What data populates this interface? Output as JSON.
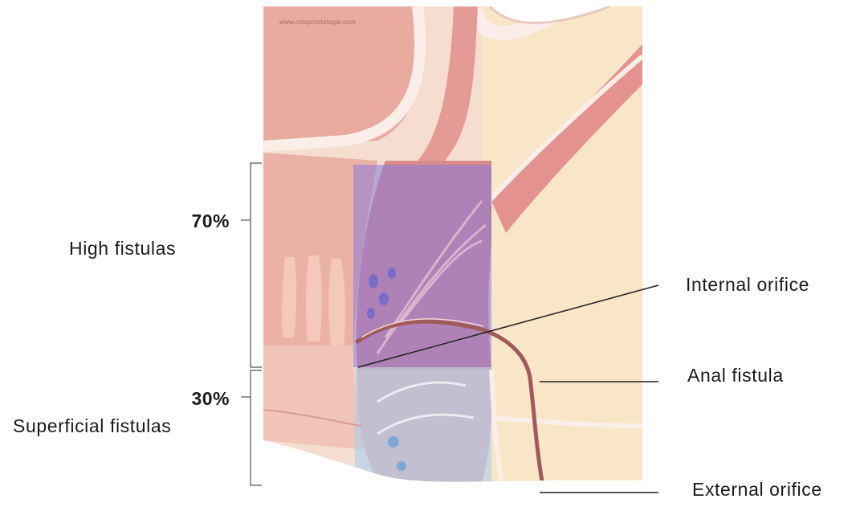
{
  "watermark": "www.coloproctologie.com",
  "regions": {
    "high": {
      "percent": "70%",
      "label": "High fistulas"
    },
    "superficial": {
      "percent": "30%",
      "label": "Superficial fistulas"
    }
  },
  "callouts": {
    "internal_orifice": "Internal orifice",
    "anal_fistula": "Anal fistula",
    "external_orifice": "External orifice"
  },
  "colors": {
    "skin": "#f2c8b8",
    "rectum_wall": "#e9a898",
    "fat": "#f8e6c6",
    "muscle": "#df8f8c",
    "high_zone_overlay": "#8a7ad8",
    "superficial_zone_overlay": "#a9d2f0",
    "fistula_tract": "#a05a5a"
  }
}
